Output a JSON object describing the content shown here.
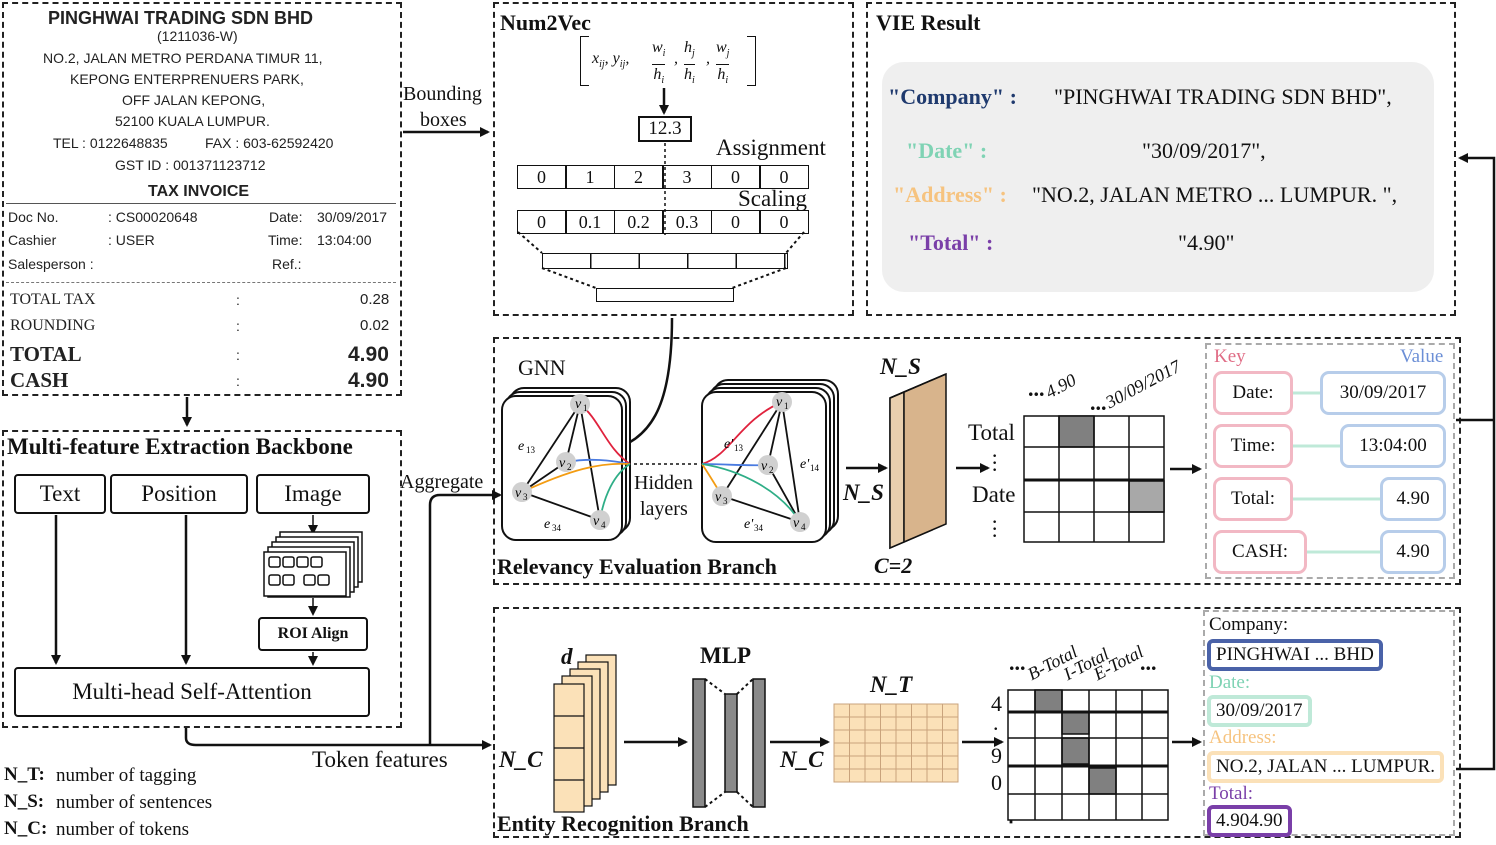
{
  "receipt": {
    "company": "PINGHWAI TRADING SDN BHD",
    "reg": "(1211036-W)",
    "addr1": "NO.2, JALAN METRO PERDANA TIMUR 11,",
    "addr2": "KEPONG ENTERPRENUERS PARK,",
    "addr3": "OFF JALAN KEPONG,",
    "addr4": "52100 KUALA LUMPUR.",
    "tel": "TEL : 0122648835",
    "fax": "FAX : 603-62592420",
    "gst": "GST ID : 001371123712",
    "invoice": "TAX INVOICE",
    "doc_label": "Doc No.",
    "doc_value": ": CS00020648",
    "date_label": "Date:",
    "date_value": "30/09/2017",
    "cashier_label": "Cashier",
    "cashier_value": ": USER",
    "time_label": "Time:",
    "time_value": "13:04:00",
    "salesperson_label": "Salesperson :",
    "ref_label": "Ref.:",
    "total_tax_label": "TOTAL TAX",
    "total_tax_value": "0.28",
    "rounding_label": "ROUNDING",
    "rounding_value": "0.02",
    "total_label": "TOTAL",
    "total_value": "4.90",
    "cash_label": "CASH",
    "cash_value": "4.90",
    "colon": ":"
  },
  "backbone": {
    "title": "Multi-feature Extraction Backbone",
    "text": "Text",
    "position": "Position",
    "image": "Image",
    "roi": "ROI Align",
    "mhsa": "Multi-head Self-Attention"
  },
  "legend": {
    "nt_key": "N_T:",
    "nt_text": "number of tagging",
    "ns_key": "N_S:",
    "ns_text": "number of sentences",
    "nc_key": "N_C:",
    "nc_text": "number of tokens"
  },
  "arrows": {
    "bounding": "Bounding",
    "boxes": "boxes",
    "aggregate": "Aggregate",
    "token_features": "Token features"
  },
  "num2vec": {
    "title": "Num2Vec",
    "value": "12.3",
    "assignment": "Assignment",
    "scaling": "Scaling",
    "assign_row": [
      "0",
      "1",
      "2",
      "3",
      "0",
      "0"
    ],
    "scale_row": [
      "0",
      "0.1",
      "0.2",
      "0.3",
      "0",
      "0"
    ]
  },
  "vie": {
    "title": "VIE Result",
    "rows": [
      {
        "key": "\"Company\" :",
        "value": "\"PINGHWAI TRADING SDN BHD\",",
        "color": "#1f3a6e"
      },
      {
        "key": "\"Date\" :",
        "value": "\"30/09/2017\",",
        "color": "#7fd3b4"
      },
      {
        "key": "\"Address\" :",
        "value": "\"NO.2, JALAN METRO ... LUMPUR. \",",
        "color": "#f6c37f"
      },
      {
        "key": "\"Total\" :",
        "value": "\"4.90\"",
        "color": "#7a3fa8"
      }
    ]
  },
  "relevancy": {
    "title": "Relevancy Evaluation Branch",
    "gnn": "GNN",
    "hidden1": "Hidden",
    "hidden2": "layers",
    "ns_top": "N_S",
    "ns_side": "N_S",
    "c2": "C=2",
    "total": "Total",
    "date": "Date",
    "col1": "4.90",
    "col2": "30/09/2017",
    "dots": "...",
    "key_head": "Key",
    "value_head": "Value",
    "kv": [
      {
        "key": "Date:",
        "value": "30/09/2017"
      },
      {
        "key": "Time:",
        "value": "13:04:00"
      },
      {
        "key": "Total:",
        "value": "4.90"
      },
      {
        "key": "CASH:",
        "value": "4.90"
      }
    ],
    "nodes": {
      "v1": "v1",
      "v2": "v2",
      "v3": "v3",
      "v4": "v4"
    },
    "edges": {
      "e13": "e13",
      "e34": "e34"
    },
    "edges_prime": {
      "e13": "e'13",
      "e14": "e'14",
      "e34": "e'34"
    }
  },
  "entity": {
    "title": "Entity Recognition Branch",
    "d": "d",
    "mlp": "MLP",
    "nt": "N_T",
    "nc1": "N_C",
    "nc2": "N_C",
    "tags": [
      "B-Total",
      "I-Total",
      "E-Total"
    ],
    "dots": "...",
    "row_labels": [
      "4",
      ".",
      "9",
      "0"
    ],
    "company_label": "Company:",
    "company_value": "PINGHWAI ... BHD",
    "date_label": "Date:",
    "date_value": "30/09/2017",
    "address_label": "Address:",
    "address_value": "NO.2, JALAN ... LUMPUR.",
    "total_label": "Total:",
    "total_value": "4.904.90",
    "colors": {
      "company": "#4a62a8",
      "date": "#7fd3b4",
      "address": "#f6c37f",
      "total": "#7a3fa8"
    }
  },
  "colors": {
    "key": "#e06d86",
    "value": "#6c8fd6",
    "peach": "#fbe1b8",
    "brown": "#d8b48c",
    "gray": "#8a8a8a"
  }
}
